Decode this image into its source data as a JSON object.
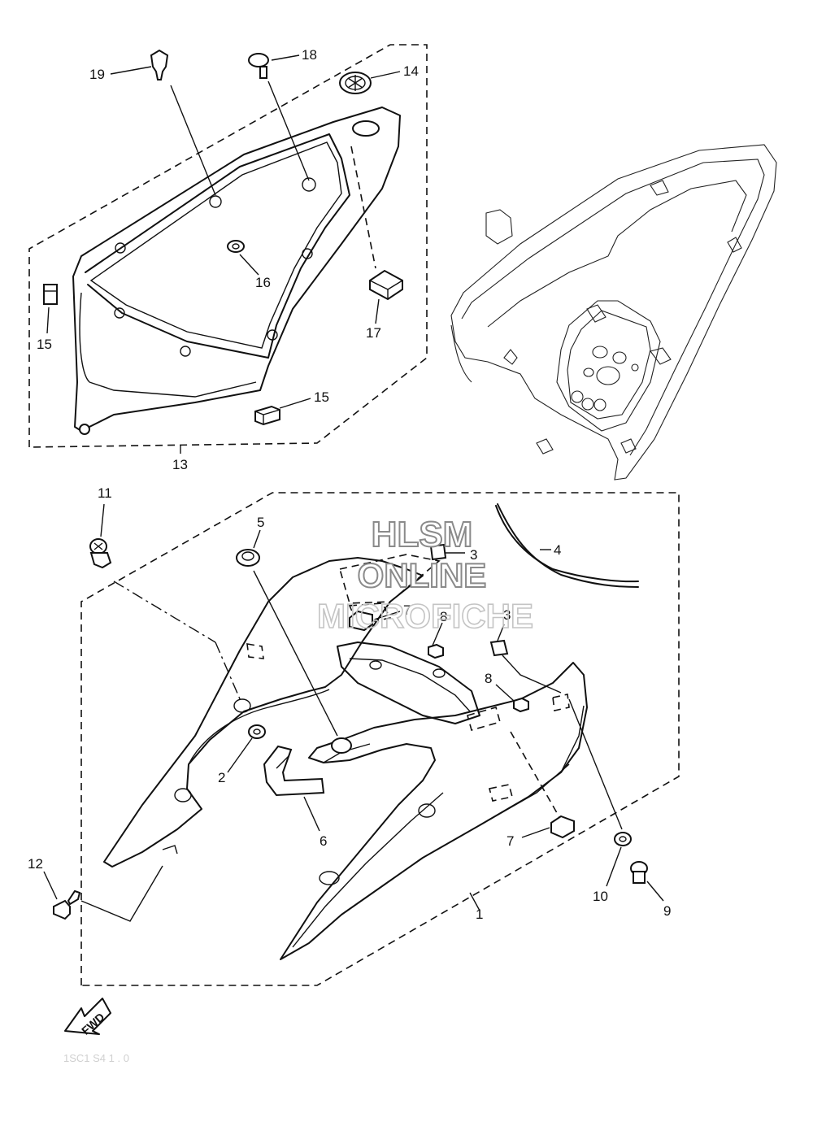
{
  "diagram": {
    "callouts": [
      "1",
      "2",
      "3",
      "3",
      "4",
      "5",
      "6",
      "7",
      "7",
      "8",
      "8",
      "9",
      "10",
      "11",
      "12",
      "13",
      "14",
      "15",
      "15",
      "16",
      "17",
      "18",
      "19"
    ]
  },
  "watermark": {
    "line1": "HLSM",
    "line2": "ONLINE",
    "line3": "MICROFICHE"
  },
  "direction_label": "FWD",
  "footer_code": "1SC1 S4 1 . 0"
}
